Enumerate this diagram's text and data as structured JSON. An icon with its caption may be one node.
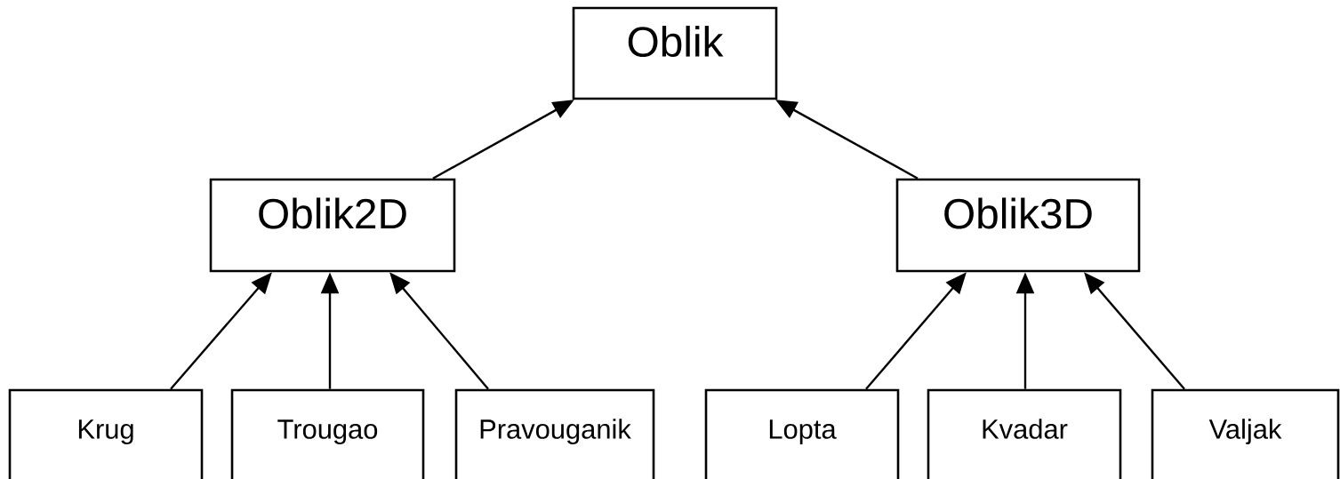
{
  "diagram": {
    "nodes": [
      {
        "text": [
          "Oblik"
        ]
      },
      {
        "text": [
          "Oblik2D"
        ]
      },
      {
        "text": [
          "Oblik3D"
        ]
      },
      {
        "text": [
          "Krug"
        ]
      },
      {
        "text": [
          "Trougao"
        ]
      },
      {
        "text": [
          "Pravouganik"
        ]
      },
      {
        "text": [
          "Lopta"
        ]
      },
      {
        "text": [
          "Kvadar"
        ]
      },
      {
        "text": [
          "Valjak"
        ]
      }
    ],
    "edges": [
      {
        "from": 1,
        "to": 0,
        "arrow": "to"
      },
      {
        "from": 2,
        "to": 0,
        "arrow": "to"
      },
      {
        "from": 3,
        "to": 1,
        "arrow": "to"
      },
      {
        "from": 4,
        "to": 1,
        "arrow": "to"
      },
      {
        "from": 5,
        "to": 1,
        "arrow": "to"
      },
      {
        "from": 6,
        "to": 2,
        "arrow": "to"
      },
      {
        "from": 7,
        "to": 2,
        "arrow": "to"
      },
      {
        "from": 8,
        "to": 2,
        "arrow": "to"
      }
    ]
  }
}
